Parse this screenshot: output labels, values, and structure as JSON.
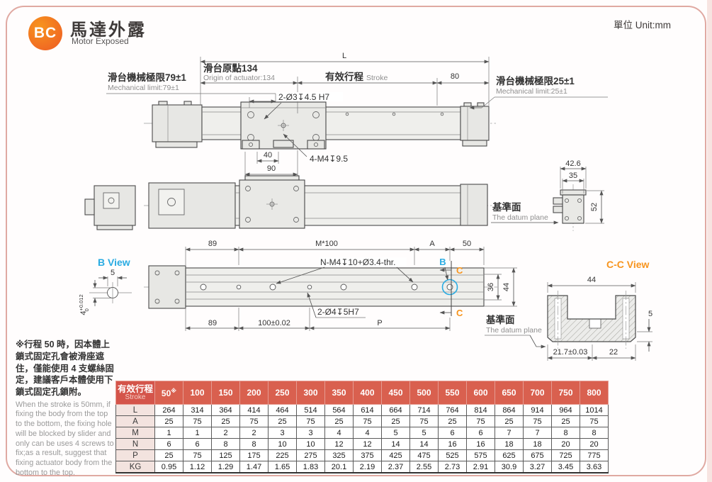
{
  "header": {
    "badge": "BC",
    "title_zh": "馬達外露",
    "title_en": "Motor Exposed",
    "unit_label": "單位 Unit:mm"
  },
  "datum": {
    "zh": "基準面",
    "en": "The datum plane"
  },
  "drawing1": {
    "dim_L": "L",
    "origin_zh": "滑台原點134",
    "origin_en": "Origin of actuator:134",
    "stroke_zh": "有效行程",
    "stroke_en": "Stroke",
    "dim_80": "80",
    "limit_left_zh": "滑台機械極限79±1",
    "limit_left_en": "Mechanical limit:79±1",
    "limit_right_zh": "滑台機械極限25±1",
    "limit_right_en": "Mechanical limit:25±1",
    "callout_counterbore": "2-Ø3↧4.5 H7",
    "callout_tap": "4-M4↧9.5",
    "dim_40": "40",
    "dim_90": "90"
  },
  "drawing2": {
    "dim_42_6": "42.6",
    "dim_35": "35",
    "dim_52": "52"
  },
  "drawing3": {
    "dim_89_top": "89",
    "dim_M100": "M*100",
    "dim_A": "A",
    "dim_50": "50",
    "callout_tap": "N-M4↧10+Ø3.4-thr.",
    "label_B": "B",
    "label_C": "C",
    "dim_36": "36",
    "dim_44": "44",
    "callout_dowel": "2-Ø4↧5H7",
    "dim_89_bot": "89",
    "dim_100": "100±0.02",
    "dim_P": "P"
  },
  "b_view": {
    "title": "B View",
    "dim_5": "5",
    "tol_base": "4",
    "tol_upper": "+0.012",
    "tol_lower": "0"
  },
  "cc_view": {
    "title": "C-C View",
    "dim_44": "44",
    "dim_5": "5",
    "dim_21_7": "21.7±0.03",
    "dim_22": "22"
  },
  "note": {
    "zh": "※行程 50 時，因本體上鎖式固定孔會被滑座遮住，僅能使用 4 支螺絲固定，建議客戶本體使用下鎖式固定孔鎖附。",
    "en": "When the stroke is 50mm, if fixing the body from the top to the bottom, the fixing hole will be blocked by slider and only can be uses 4 screws to fix;as a result, suggest that fixing actuator body from the bottom to the top."
  },
  "table": {
    "header_zh": "有效行程",
    "header_en": "Stroke",
    "first_col_note": "※",
    "strokes": [
      "50",
      "100",
      "150",
      "200",
      "250",
      "300",
      "350",
      "400",
      "450",
      "500",
      "550",
      "600",
      "650",
      "700",
      "750",
      "800"
    ],
    "rows": [
      {
        "label": "L",
        "values": [
          "264",
          "314",
          "364",
          "414",
          "464",
          "514",
          "564",
          "614",
          "664",
          "714",
          "764",
          "814",
          "864",
          "914",
          "964",
          "1014"
        ]
      },
      {
        "label": "A",
        "values": [
          "25",
          "75",
          "25",
          "75",
          "25",
          "75",
          "25",
          "75",
          "25",
          "75",
          "25",
          "75",
          "25",
          "75",
          "25",
          "75"
        ]
      },
      {
        "label": "M",
        "values": [
          "1",
          "1",
          "2",
          "2",
          "3",
          "3",
          "4",
          "4",
          "5",
          "5",
          "6",
          "6",
          "7",
          "7",
          "8",
          "8"
        ]
      },
      {
        "label": "N",
        "values": [
          "6",
          "6",
          "8",
          "8",
          "10",
          "10",
          "12",
          "12",
          "14",
          "14",
          "16",
          "16",
          "18",
          "18",
          "20",
          "20"
        ]
      },
      {
        "label": "P",
        "values": [
          "25",
          "75",
          "125",
          "175",
          "225",
          "275",
          "325",
          "375",
          "425",
          "475",
          "525",
          "575",
          "625",
          "675",
          "725",
          "775"
        ]
      },
      {
        "label": "KG",
        "values": [
          "0.95",
          "1.12",
          "1.29",
          "1.47",
          "1.65",
          "1.83",
          "20.1",
          "2.19",
          "2.37",
          "2.55",
          "2.73",
          "2.91",
          "30.9",
          "3.27",
          "3.45",
          "3.63"
        ]
      }
    ]
  },
  "colors": {
    "accent_orange": "#f26f21",
    "table_header_red": "#d9604f",
    "b_view_cyan": "#29abe2",
    "cc_view_orange": "#f7941d",
    "page_border_pink": "#e0a9a2"
  }
}
